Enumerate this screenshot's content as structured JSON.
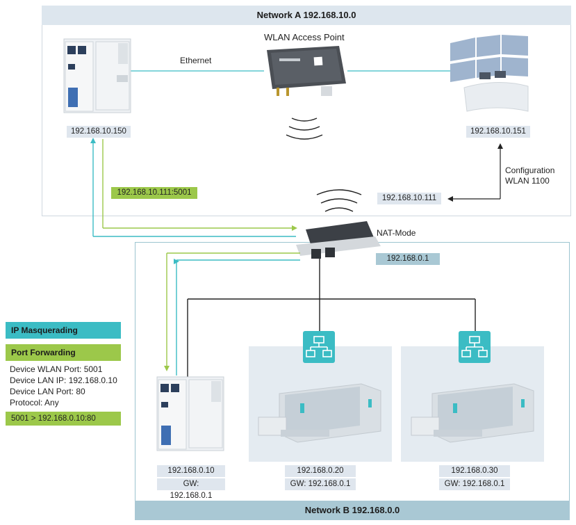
{
  "network_a": {
    "title": "Network A 192.168.10.0"
  },
  "network_b": {
    "title": "Network B 192.168.0.0"
  },
  "labels": {
    "ethernet": "Ethernet",
    "wlan_ap": "WLAN Access Point",
    "nat_mode": "NAT-Mode",
    "configuration": "Configuration",
    "wlan_model": "WLAN 1100"
  },
  "ips": {
    "controller_a": "192.168.10.150",
    "hmi": "192.168.10.151",
    "port_target": "192.168.10.111:5001",
    "wlan_client_a": "192.168.10.111",
    "nat_lan": "192.168.0.1",
    "dev1_ip": "192.168.0.10",
    "dev1_gw": "GW: 192.168.0.1",
    "dev2_ip": "192.168.0.20",
    "dev2_gw": "GW: 192.168.0.1",
    "dev3_ip": "192.168.0.30",
    "dev3_gw": "GW: 192.168.0.1"
  },
  "side": {
    "ip_masq": "IP Masquerading",
    "port_fwd": "Port Forwarding",
    "lines": [
      "Device WLAN Port: 5001",
      "Device LAN IP: 192.168.0.10",
      "Device LAN Port: 80",
      "Protocol: Any"
    ],
    "rule": "5001 > 192.168.0.10:80"
  },
  "colors": {
    "teal": "#3bbcc4",
    "green": "#9cc84a",
    "blue_label": "#a9c8d4",
    "line_dark": "#222222"
  }
}
